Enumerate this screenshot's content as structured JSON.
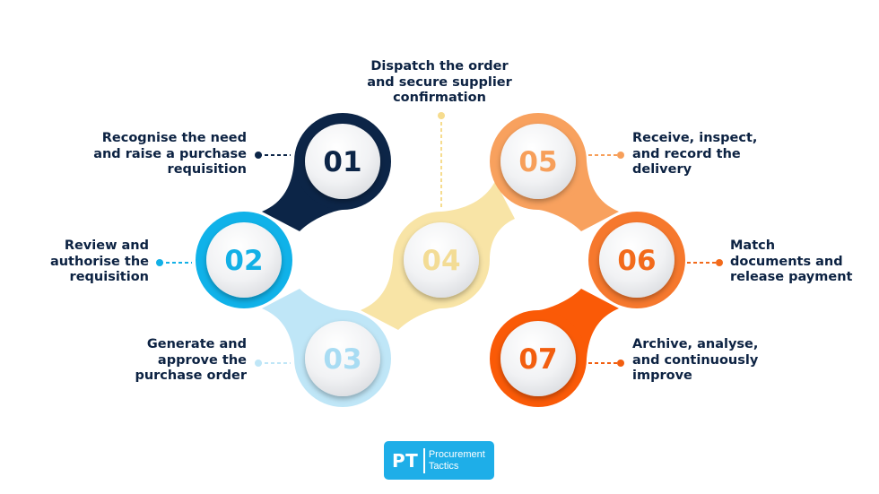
{
  "steps": [
    {
      "num": "01",
      "label_lines": [
        "Recognise the need",
        "and raise a purchase",
        "requisition"
      ],
      "ring_color": "#0c2547",
      "num_color": "#0c2547",
      "dot_color": "#0c2547"
    },
    {
      "num": "02",
      "label_lines": [
        "Review and",
        "authorise the",
        "requisition"
      ],
      "ring_color": "#10b2e9",
      "num_color": "#12b0e6",
      "dot_color": "#12b0e6"
    },
    {
      "num": "03",
      "label_lines": [
        "Generate and",
        "approve the",
        "purchase order"
      ],
      "ring_color": "#bfe6f7",
      "num_color": "#a8dcf3",
      "dot_color": "#bfe6f7"
    },
    {
      "num": "04",
      "label_lines": [
        "Dispatch the order",
        "and secure supplier",
        "confirmation"
      ],
      "ring_color": "#f8e4a6",
      "num_color": "#f3dc95",
      "dot_color": "#f6dc8e"
    },
    {
      "num": "05",
      "label_lines": [
        "Receive, inspect,",
        "and record the",
        "delivery"
      ],
      "ring_color": "#f8a15e",
      "num_color": "#f79f5a",
      "dot_color": "#f79f5a"
    },
    {
      "num": "06",
      "label_lines": [
        "Match",
        "documents and",
        "release payment"
      ],
      "ring_color": "#f6782d",
      "num_color": "#f26a1b",
      "dot_color": "#f26a1b"
    },
    {
      "num": "07",
      "label_lines": [
        "Archive, analyse,",
        "and continuously",
        "improve"
      ],
      "ring_color": "#fa5a07",
      "num_color": "#f25e0f",
      "dot_color": "#f25e0f"
    }
  ],
  "logo": {
    "mark": "PT",
    "line1": "Procurement",
    "line2": "Tactics"
  }
}
